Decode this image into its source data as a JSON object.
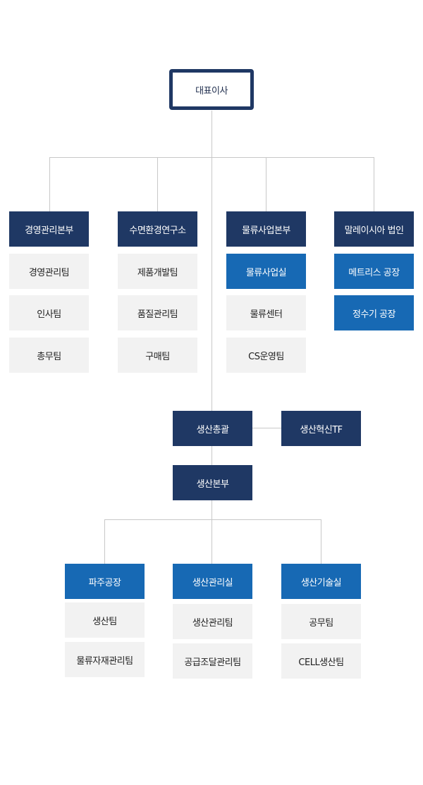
{
  "ceo": "대표이사",
  "divisions": [
    {
      "name": "경영관리본부",
      "teams": [
        "경영관리팀",
        "인사팀",
        "총무팀"
      ],
      "highlight": []
    },
    {
      "name": "수면환경연구소",
      "teams": [
        "제품개발팀",
        "품질관리팀",
        "구매팀"
      ],
      "highlight": []
    },
    {
      "name": "물류사업본부",
      "teams": [
        "물류사업실",
        "물류센터",
        "CS운영팀"
      ],
      "highlight": [
        0
      ]
    },
    {
      "name": "말레이시아 법인",
      "teams": [
        "메트리스 공장",
        "정수기 공장"
      ],
      "highlight": [
        0,
        1
      ]
    }
  ],
  "production": {
    "head": "생산총괄",
    "side": "생산혁신TF",
    "division": "생산본부",
    "units": [
      {
        "name": "파주공장",
        "teams": [
          "생산팀",
          "물류자재관리팀"
        ]
      },
      {
        "name": "생산관리실",
        "teams": [
          "생산관리팀",
          "공급조달관리팀"
        ]
      },
      {
        "name": "생산기술실",
        "teams": [
          "공무팀",
          "CELL생산팀"
        ]
      }
    ]
  },
  "colors": {
    "navy": "#1f3864",
    "blue": "#1769b4",
    "gray": "#f2f2f2",
    "line": "#c8c8c8"
  }
}
